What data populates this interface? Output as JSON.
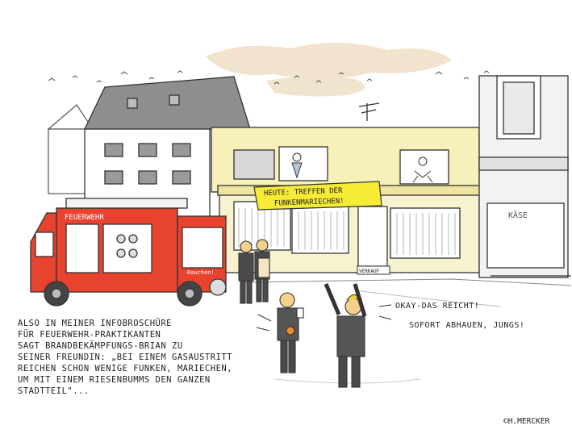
{
  "banner": {
    "line1": "HEUTE: TREFFEN DER",
    "line2": "FUNKENMARIECHEN!"
  },
  "shop_sign": "KÄSE",
  "door_sign": "VERKAUF",
  "truck": {
    "label": "FEUERWEHR",
    "side_text": "Rauchen!"
  },
  "caption": [
    "ALSO IN MEINER INFOBROSCHÜRE",
    "FÜR FEUERWEHR-PRAKTIKANTEN",
    "SAGT BRANDBEKÄMPFUNGS-BRIAN ZU",
    "SEINER FREUNDIN: „BEI EINEM GASAUSTRITT",
    "REICHEN SCHON WENIGE FUNKEN, MARIECHEN,",
    "UM MIT EINEM RIESENBUMMS DEN GANZEN",
    "STADTTEIL\"..."
  ],
  "speech": {
    "line1": "OKAY-DAS REICHT!",
    "line2": "SOFORT ABHAUEN, JUNGS!"
  },
  "credit": "©H.MERCKER",
  "colors": {
    "sky": "#f3e6d2",
    "truck": "#e8432f",
    "banner": "#f7ec35",
    "building": "#f7f0b8"
  }
}
